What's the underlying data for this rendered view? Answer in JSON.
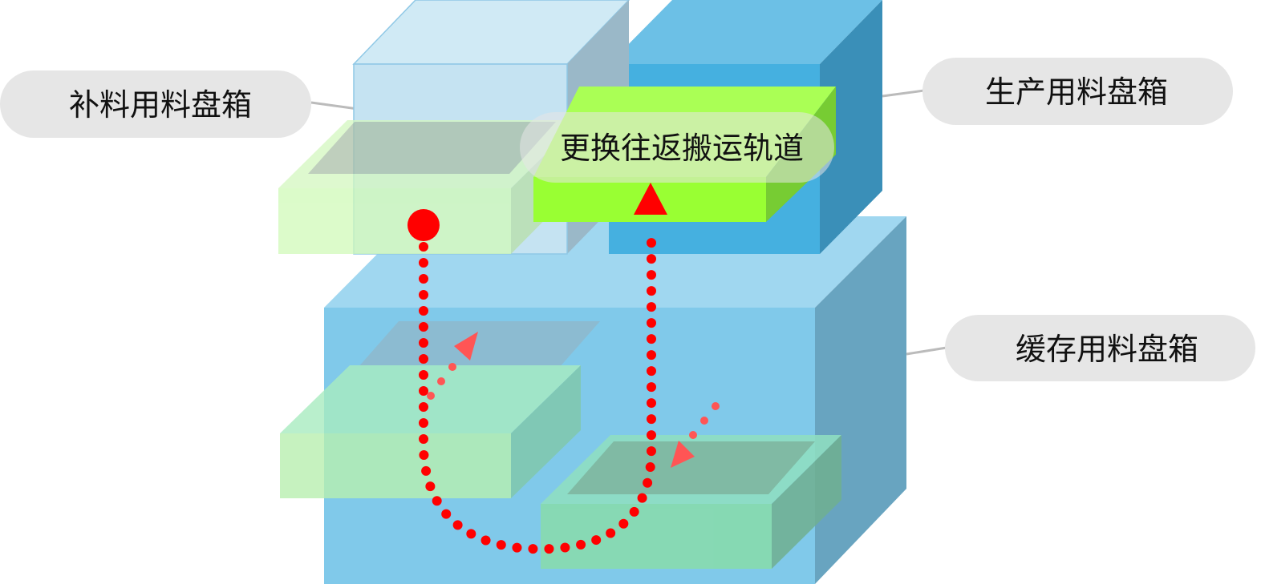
{
  "labels": {
    "supply_box": "补料用料盘箱",
    "production_box": "生产用料盘箱",
    "buffer_box": "缓存用料盘箱",
    "shuttle_track": "更换往返搬运轨道"
  },
  "colors": {
    "path_red": "#ff0000",
    "secondary_arrow": "#ff5555",
    "production_blue": "#45b0e0",
    "tray_green": "#99ff33"
  }
}
